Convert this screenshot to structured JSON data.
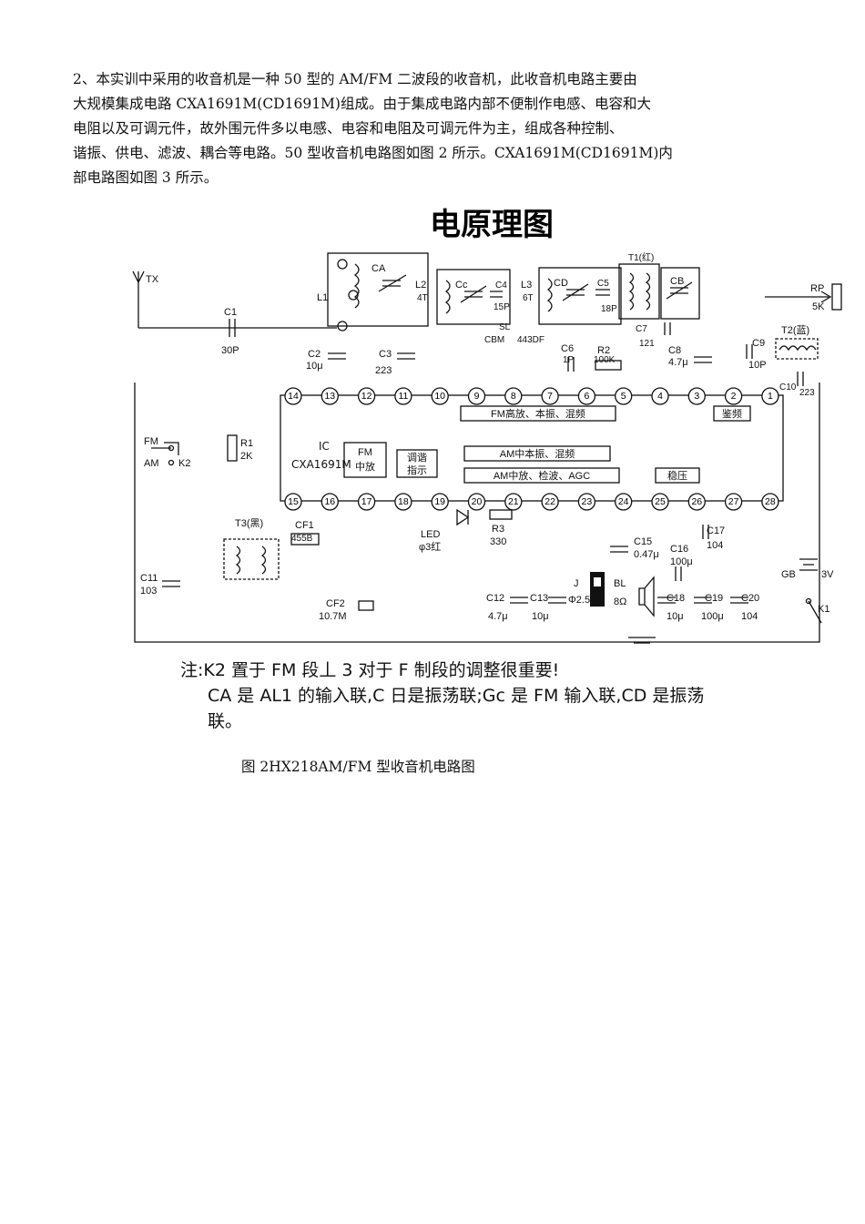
{
  "intro": {
    "lines": [
      "2、本实训中采用的收音机是一种 50 型的 AM/FM 二波段的收音机，此收音机电路主要由",
      "大规模集成电路 CXA1691M(CD1691M)组成。由于集成电路内部不便制作电感、电容和大",
      "电阻以及可调元件，故外围元件多以电感、电容和电阻及可调元件为主，组成各种控制、",
      "谐振、供电、滤波、耦合等电路。50 型收音机电路图如图 2 所示。CXA1691M(CD1691M)内",
      "部电路图如图 3 所示。"
    ]
  },
  "diagram": {
    "title": "电原理图",
    "ic_label": "IC",
    "ic_model": "CXA1691M",
    "blocks": {
      "fm_rf": "FM高放、本振、混频",
      "detector": "鉴频",
      "am_osc": "AM中本振、混频",
      "fm_if_1": "FM",
      "fm_if_2": "中放",
      "tune_ind_1": "调谐",
      "tune_ind_2": "指示",
      "am_if": "AM中放、检波、AGC",
      "regulator": "稳压"
    },
    "pins_top": [
      "14",
      "13",
      "12",
      "11",
      "10",
      "9",
      "8",
      "7",
      "6",
      "5",
      "4",
      "3",
      "2",
      "1"
    ],
    "pins_bottom": [
      "15",
      "16",
      "17",
      "18",
      "19",
      "20",
      "21",
      "22",
      "23",
      "24",
      "25",
      "26",
      "27",
      "28"
    ],
    "components": {
      "antenna": "TX",
      "c1": "C1",
      "c1_val": "30P",
      "c2": "C2",
      "c2_val": "10μ",
      "c3": "C3",
      "c3_val": "223",
      "l1": "L1",
      "l2": "L2",
      "l2_turns": "4T",
      "l3": "L3",
      "l3_turns": "6T",
      "ca": "CA",
      "cc": "Cc",
      "cd": "CD",
      "cb": "CB",
      "c4": "C4",
      "c4_val": "15P",
      "c5": "C5",
      "c5_val": "18P",
      "sl": "SL",
      "cbm": "CBM",
      "cbm_val": "443DF",
      "t1": "T1(红)",
      "c7": "C7",
      "c7_val": "121",
      "c6": "C6",
      "c6_val": "1P",
      "r2": "R2",
      "r2_val": "100K",
      "c8": "C8",
      "c8_val": "4.7μ",
      "c9": "C9",
      "c9_val": "10P",
      "t2": "T2(蓝)",
      "rp": "RP",
      "rp_val": "5K",
      "c10": "C10",
      "c10_val": "223",
      "fm_sw": "FM",
      "am_sw": "AM",
      "k2": "K2",
      "r1": "R1",
      "r1_val": "2K",
      "t3": "T3(黑)",
      "cf1": "CF1",
      "cf1_val": "455B",
      "c11": "C11",
      "c11_val": "103",
      "cf2": "CF2",
      "cf2_val": "10.7M",
      "led": "LED",
      "led_val": "φ3红",
      "r3": "R3",
      "r3_val": "330",
      "c12": "C12",
      "c12_val": "4.7μ",
      "c13": "C13",
      "c13_val": "10μ",
      "c15": "C15",
      "c15_val": "0.47μ",
      "c16": "C16",
      "c16_val": "100μ",
      "c17": "C17",
      "c17_val": "104",
      "j": "J",
      "j_val": "Φ2.5",
      "bl": "BL",
      "bl_val": "8Ω",
      "c18": "C18",
      "c18_val": "10μ",
      "c19": "C19",
      "c19_val": "100μ",
      "c20": "C20",
      "c20_val": "104",
      "gb": "GB",
      "gb_val": "3V",
      "k1": "K1"
    }
  },
  "note": {
    "line1": "注:K2 置于 FM 段丄 3 对于 F 制段的调整很重要!",
    "line2": "CA 是 AL1 的输入联,C 日是振荡联;Gc 是 FM 输入联,CD 是振荡",
    "line3": "联。"
  },
  "caption": "图 2HX218AM/FM 型收音机电路图"
}
